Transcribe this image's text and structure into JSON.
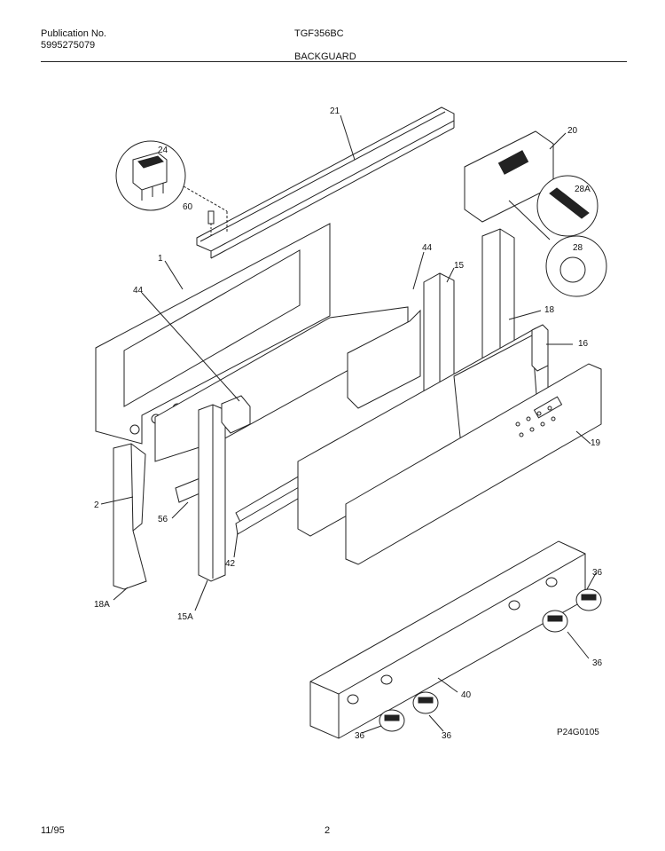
{
  "header": {
    "publication_label": "Publication No.",
    "publication_number": "5995275079",
    "model": "TGF356BC",
    "section": "BACKGUARD"
  },
  "callouts": {
    "c1": "1",
    "c2": "2",
    "c15": "15",
    "c15A": "15A",
    "c16": "16",
    "c18": "18",
    "c18A": "18A",
    "c19": "19",
    "c20": "20",
    "c21": "21",
    "c24": "24",
    "c28": "28",
    "c28A": "28A",
    "c36a": "36",
    "c36b": "36",
    "c36c": "36",
    "c36d": "36",
    "c40": "40",
    "c42": "42",
    "c44a": "44",
    "c44b": "44",
    "c56": "56",
    "c60": "60"
  },
  "drawing_code": "P24G0105",
  "footer": {
    "date": "11/95",
    "page": "2"
  }
}
